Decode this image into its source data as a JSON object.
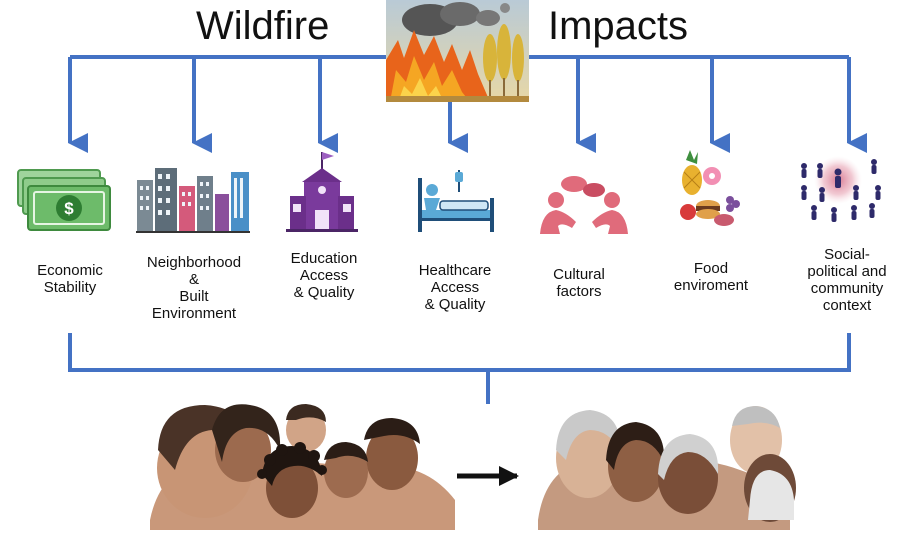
{
  "title": {
    "left": "Wildfire",
    "right": "Impacts"
  },
  "factors": [
    {
      "icon": "money-icon",
      "lines": [
        "Economic",
        "Stability"
      ]
    },
    {
      "icon": "city-buildings-icon",
      "lines": [
        "Neighborhood",
        "&",
        "Built",
        "Environment"
      ]
    },
    {
      "icon": "school-icon",
      "lines": [
        "Education",
        "Access",
        "& Quality"
      ]
    },
    {
      "icon": "hospital-bed-icon",
      "lines": [
        "Healthcare",
        "Access",
        "& Quality"
      ]
    },
    {
      "icon": "conversation-icon",
      "lines": [
        "Cultural",
        "factors"
      ]
    },
    {
      "icon": "food-icon",
      "lines": [
        "Food",
        "enviroment"
      ]
    },
    {
      "icon": "community-network-icon",
      "lines": [
        "Social-",
        "political and",
        "community",
        "context"
      ]
    }
  ],
  "colors": {
    "arrow": "#4472c4",
    "accent": "#e06b7b",
    "purple": "#6b2f8a",
    "text": "#111111"
  }
}
